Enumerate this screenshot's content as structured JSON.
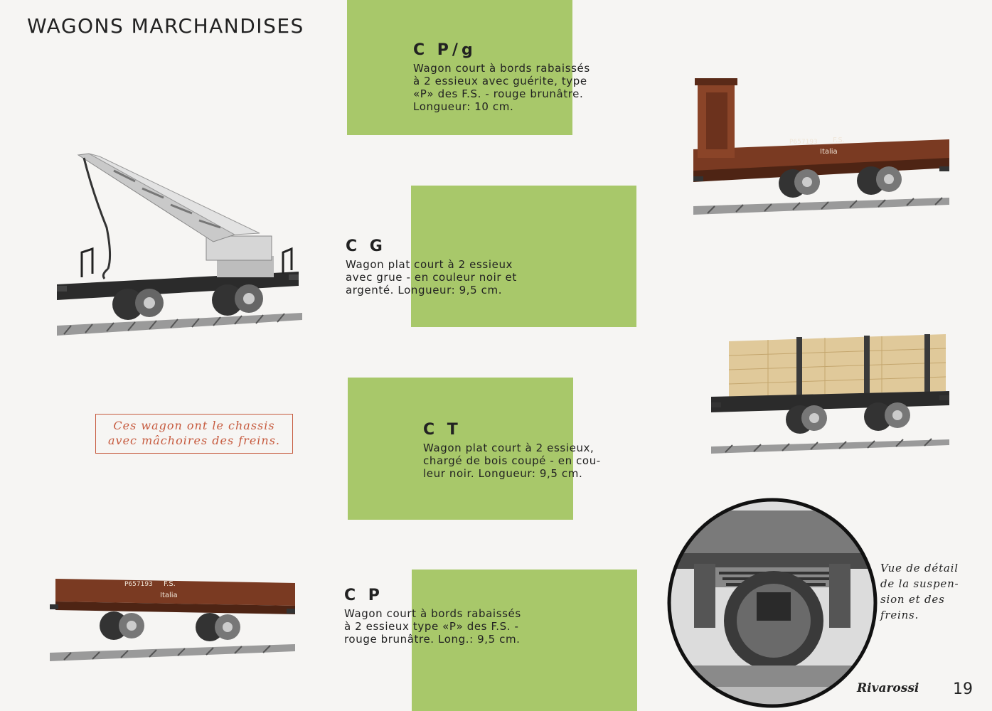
{
  "page_title": "WAGONS MARCHANDISES",
  "products": [
    {
      "code": "C P/g",
      "lines": [
        "Wagon court à bords rabaissés",
        "à 2 essieux avec guérite, type",
        "«P» des F.S. - rouge brunâtre.",
        "Longueur: 10 cm."
      ]
    },
    {
      "code": "C G",
      "lines": [
        "Wagon plat court à 2 essieux",
        "avec grue - en couleur noir et",
        "argenté. Longueur: 9,5 cm."
      ]
    },
    {
      "code": "C T",
      "lines": [
        "Wagon plat court à 2 essieux,",
        "chargé de bois coupé - en cou-",
        "leur noir. Longueur: 9,5 cm."
      ]
    },
    {
      "code": "C P",
      "lines": [
        "Wagon court à bords rabaissés",
        "à 2 essieux type «P» des F.S. -",
        "rouge brunâtre. Long.: 9,5 cm."
      ]
    }
  ],
  "note": [
    "Ces wagon ont le chassis",
    "avec mâchoires des freins."
  ],
  "detail_caption": [
    "Vue de détail",
    "de la suspen-",
    "sion et des",
    "freins."
  ],
  "wagon_markings": {
    "fs": "F.S.",
    "italia": "Italia",
    "number_cpg": "P657193",
    "number_cp": "P657193"
  },
  "brand": "Rivarossi",
  "page_number": "19",
  "colors": {
    "green_panel": "#a8c86a",
    "wagon_brown": "#7a3a22",
    "note_red": "#c65a3e"
  }
}
